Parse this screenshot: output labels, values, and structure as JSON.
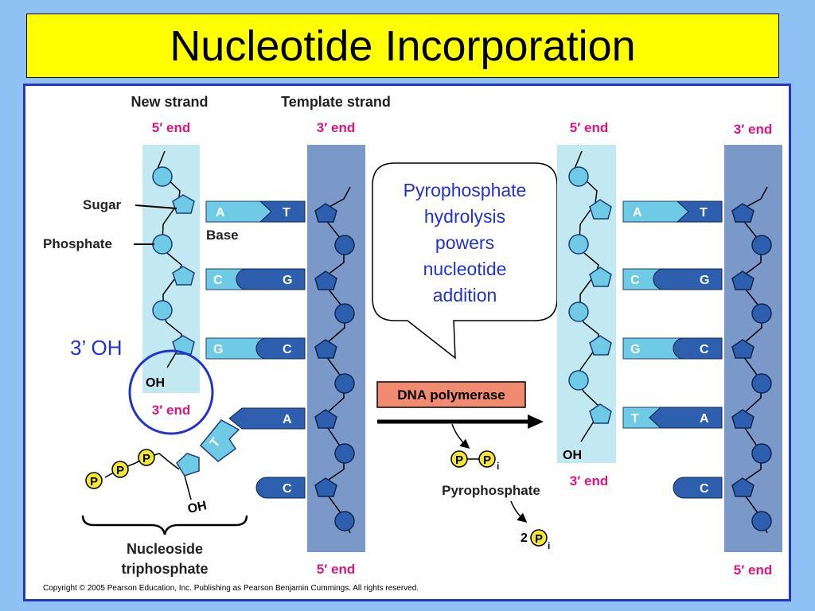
{
  "title": "Nucleotide Incorporation",
  "labels": {
    "new_strand": "New strand",
    "template_strand": "Template strand",
    "end5": "5′ end",
    "end3": "3′ end",
    "sugar": "Sugar",
    "phosphate": "Phosphate",
    "base": "Base",
    "oh": "OH",
    "oh3_annotation": "3’ OH",
    "dna_polymerase": "DNA polymerase",
    "pyrophosphate": "Pyrophosphate",
    "nucleoside": "Nucleoside",
    "triphosphate": "triphosphate",
    "p": "P",
    "pi_sub": "i",
    "two": "2",
    "callout_lines": [
      "Pyrophosphate",
      "hydrolysis",
      "powers",
      "nucleotide",
      "addition"
    ],
    "copyright": "Copyright © 2005 Pearson Education, Inc. Publishing as Pearson Benjamin Cummings. All rights reserved."
  },
  "bases_left": [
    {
      "new": "A",
      "template": "T"
    },
    {
      "new": "C",
      "template": "G"
    },
    {
      "new": "G",
      "template": "C"
    }
  ],
  "incoming_base": "T",
  "unpaired_left": [
    "A",
    "C"
  ],
  "bases_right": [
    {
      "new": "A",
      "template": "T"
    },
    {
      "new": "C",
      "template": "G"
    },
    {
      "new": "G",
      "template": "C"
    },
    {
      "new": "T",
      "template": "A"
    }
  ],
  "unpaired_right": [
    "C"
  ],
  "colors": {
    "background": "#8fc1f5",
    "title_bg": "#ffff00",
    "frame": "#2336c9",
    "new_strand_bg": "#c2e8f2",
    "template_bg": "#7a98c8",
    "light_nucleotide": "#6fcbe5",
    "dark_nucleotide": "#2d5fae",
    "end_label": "#e0147d",
    "polymerase_box": "#f08b70",
    "phosphate_yellow": "#f5e832",
    "annotation_blue": "#2233cc"
  }
}
